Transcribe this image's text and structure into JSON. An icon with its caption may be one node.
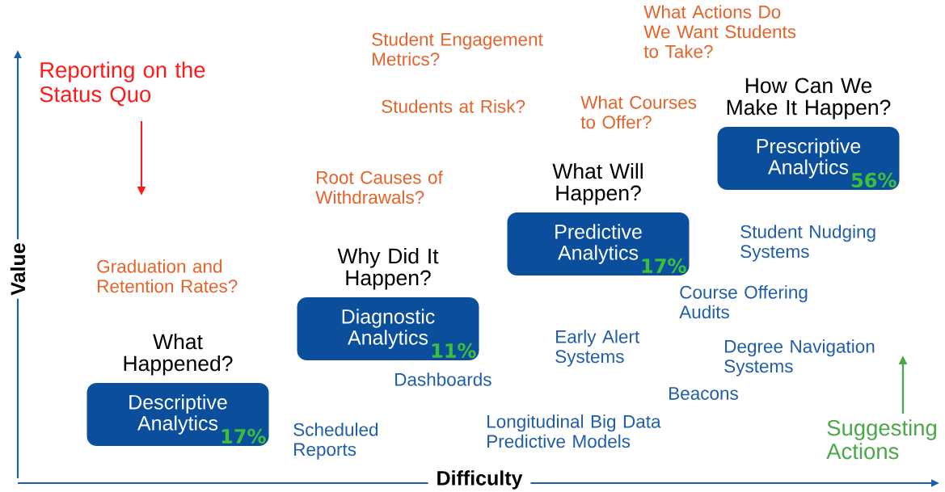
{
  "diagram": {
    "nodes": [
      {
        "text": [
          "What Happened?",
          "Descriptive Analytics",
          "17%"
        ]
      },
      {
        "text": [
          "Why Did It Happen?",
          "Diagnostic Analytics",
          "11%"
        ]
      },
      {
        "text": [
          "What Will Happen?",
          "Predictive Analytics",
          "17%"
        ]
      },
      {
        "text": [
          "How Can We Make It Happen?",
          "Prescriptive Analytics",
          "56%"
        ]
      }
    ],
    "labels": [
      "What Actions Do We Want Students to Take?",
      "Student Engagement Metrics?",
      "Reporting on the Status Quo",
      "Students at Risk?",
      "What Courses to Offer?",
      "Root Causes of Withdrawals?",
      "Student Nudging Systems",
      "Value",
      "Graduation and Retention Rates?",
      "Course Offering Audits",
      "Early Alert Systems",
      "Degree Navigation Systems",
      "Dashboards",
      "Beacons",
      "Scheduled Reports",
      "Longitudinal Big Data Predictive Models",
      "Suggesting Actions",
      "Difficulty"
    ]
  }
}
